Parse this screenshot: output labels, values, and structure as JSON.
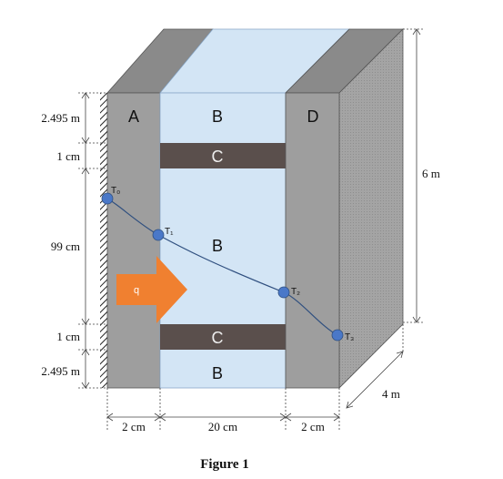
{
  "layers": {
    "A": "A",
    "B_top": "B",
    "B_middle": "B",
    "B_bottom": "B",
    "C_top": "C",
    "C_bottom": "C",
    "D": "D"
  },
  "points": {
    "t0": "T₀",
    "t1": "T₁",
    "t2": "T₂",
    "t3": "T₃"
  },
  "heat_flux_label": "q",
  "left_dimensions": {
    "top_segment": "2.495 m",
    "upper_strip": "1 cm",
    "middle_segment": "99 cm",
    "lower_strip": "1 cm",
    "bottom_segment": "2.495 m"
  },
  "height_dimension": "6 m",
  "depth_dimension": "4 m",
  "bottom_dimensions": {
    "layer_A": "2 cm",
    "layer_B": "20 cm",
    "layer_D": "2 cm"
  },
  "caption": "Figure 1",
  "colors": {
    "wall_gray": "#9e9e9e",
    "wall_side": "#7d7d7d",
    "insulation_blue": "#d3e5f5",
    "strip_dark": "#5a4f4c",
    "point_blue": "#4a78c8",
    "arrow_orange": "#f08030"
  }
}
